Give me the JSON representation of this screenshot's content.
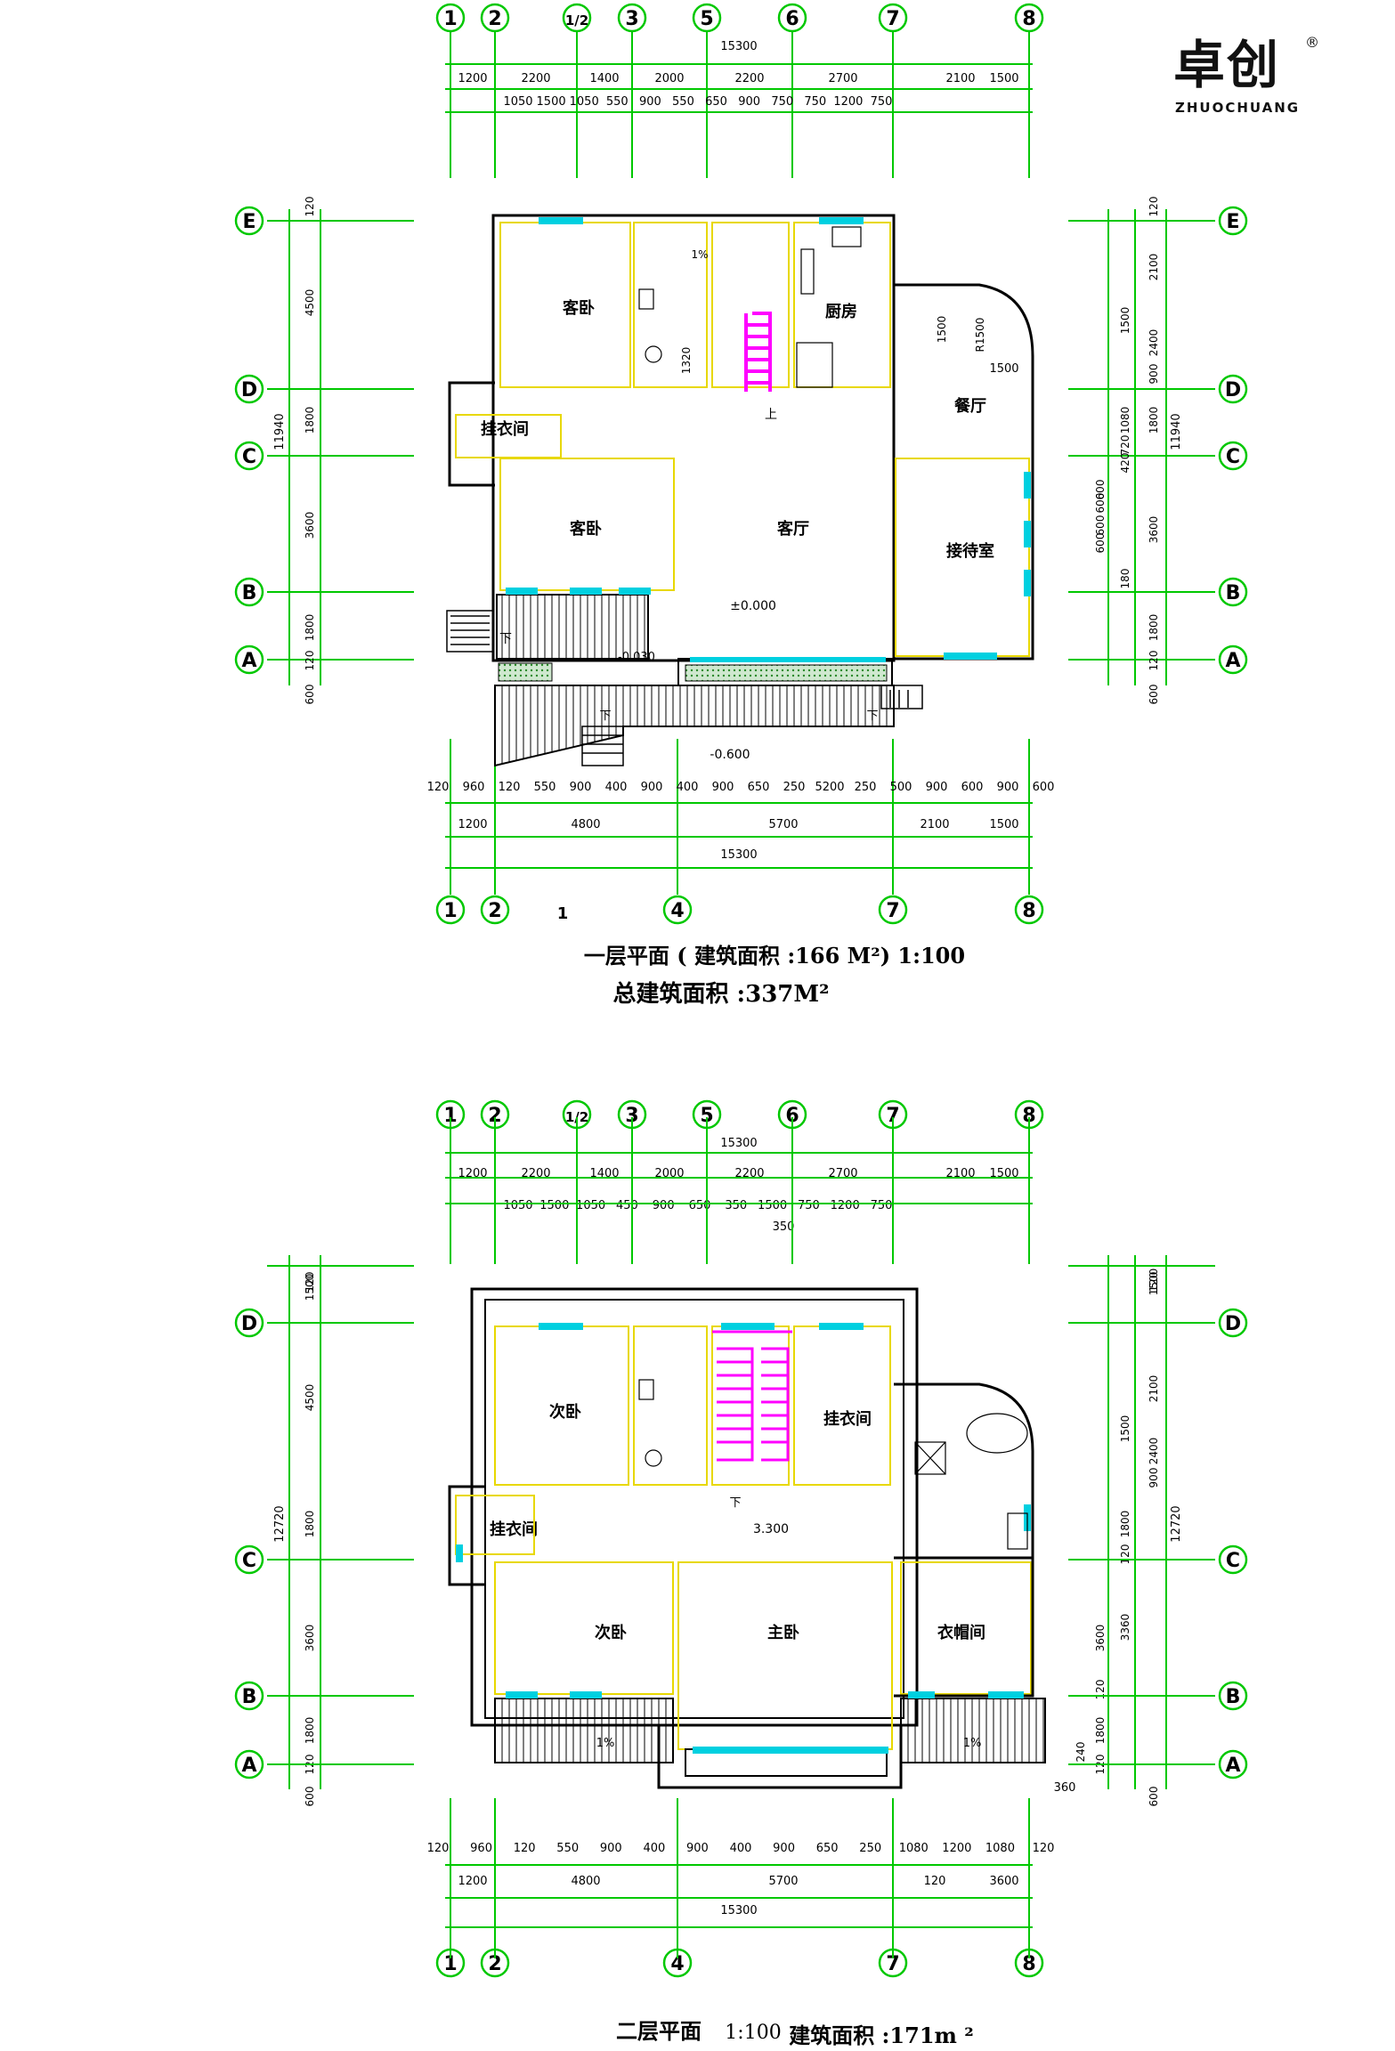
{
  "logo": {
    "main": "卓创",
    "sub": "ZHUOCHUANG",
    "reg": "®"
  },
  "colors": {
    "axis": "#00c800",
    "dim": "#00a000",
    "wall": "#000000",
    "inner_wall": "#e8d800",
    "window": "#00d0e0",
    "stair": "#ff00ff",
    "text": "#000000"
  },
  "floor1": {
    "top_axes": [
      "1",
      "2",
      "1/2",
      "3",
      "5",
      "6",
      "7",
      "8"
    ],
    "top_total": "15300",
    "top_dims_row1": [
      "1200",
      "2200",
      "1400",
      "2000",
      "2200",
      "2700",
      "2100",
      "1500"
    ],
    "top_dims_row2": [
      "1050",
      "1500",
      "1050",
      "550",
      "900",
      "550",
      "650",
      "900",
      "750",
      "750",
      "1200",
      "750"
    ],
    "left_axes": [
      "E",
      "D",
      "C",
      "B",
      "A"
    ],
    "right_axes": [
      "E",
      "D",
      "C",
      "B",
      "A"
    ],
    "left_total": "11940",
    "right_total": "11940",
    "left_dims": [
      "120",
      "4500",
      "1800",
      "3600",
      "1800",
      "120",
      "600"
    ],
    "right_dims": [
      "120",
      "2100",
      "2400",
      "1500",
      "900",
      "1800",
      "1080",
      "720",
      "420",
      "600",
      "600",
      "600",
      "600",
      "3600",
      "1800",
      "180",
      "120",
      "600"
    ],
    "rooms": [
      "客卧",
      "厨房",
      "餐厅",
      "挂衣间",
      "客卧",
      "客厅",
      "接待室"
    ],
    "marks": [
      "1%",
      "1320",
      "1500",
      "R1500",
      "1500",
      "上",
      "下",
      "±0.000",
      "-0.030",
      "下",
      "下",
      "-0.600"
    ],
    "bottom_dims_row1": [
      "120",
      "960",
      "120",
      "550",
      "900",
      "400",
      "900",
      "400",
      "900",
      "650",
      "250",
      "5200",
      "250",
      "500",
      "900",
      "600",
      "900",
      "600"
    ],
    "bottom_dims_row2": [
      "1200",
      "4800",
      "5700",
      "2100",
      "1500"
    ],
    "bottom_total": "15300",
    "bottom_axes": [
      "1",
      "2",
      "4",
      "7",
      "8"
    ],
    "section_mark": "1",
    "title": "一层平面 ( 建筑面积 :166 M²) 1:100",
    "total_area": "总建筑面积 :337M²"
  },
  "floor2": {
    "top_axes": [
      "1",
      "2",
      "1/2",
      "3",
      "5",
      "6",
      "7",
      "8"
    ],
    "top_total": "15300",
    "top_dims_row1": [
      "1200",
      "2200",
      "1400",
      "2000",
      "2200",
      "2700",
      "2100",
      "1500"
    ],
    "top_dims_row2": [
      "1050",
      "1500",
      "1050",
      "450",
      "900",
      "650",
      "350",
      "1500",
      "750",
      "1200",
      "750"
    ],
    "top_extra": "350",
    "left_axes": [
      "D",
      "C",
      "B",
      "A"
    ],
    "right_axes": [
      "D",
      "C",
      "B",
      "A"
    ],
    "left_total": "12720",
    "right_total": "12720",
    "left_dims": [
      "1500",
      "120",
      "4500",
      "1800",
      "3600",
      "1800",
      "120",
      "600"
    ],
    "right_dims": [
      "1500",
      "120",
      "2100",
      "1500",
      "2400",
      "900",
      "1800",
      "120",
      "3360",
      "3600",
      "120",
      "1800",
      "120",
      "600"
    ],
    "rooms": [
      "次卧",
      "挂衣间",
      "挂衣间",
      "次卧",
      "主卧",
      "衣帽间"
    ],
    "marks": [
      "下",
      "3.300",
      "1%",
      "1%",
      "240",
      "360"
    ],
    "bottom_dims_row1": [
      "120",
      "960",
      "120",
      "550",
      "900",
      "400",
      "900",
      "400",
      "900",
      "650",
      "250",
      "1080",
      "1200",
      "1080",
      "120"
    ],
    "bottom_dims_row2": [
      "1200",
      "4800",
      "5700",
      "120",
      "3600"
    ],
    "bottom_total": "15300",
    "bottom_axes": [
      "1",
      "2",
      "4",
      "7",
      "8"
    ],
    "title": "二层平面",
    "scale": "1:100",
    "area": "建筑面积 :171m ²"
  }
}
